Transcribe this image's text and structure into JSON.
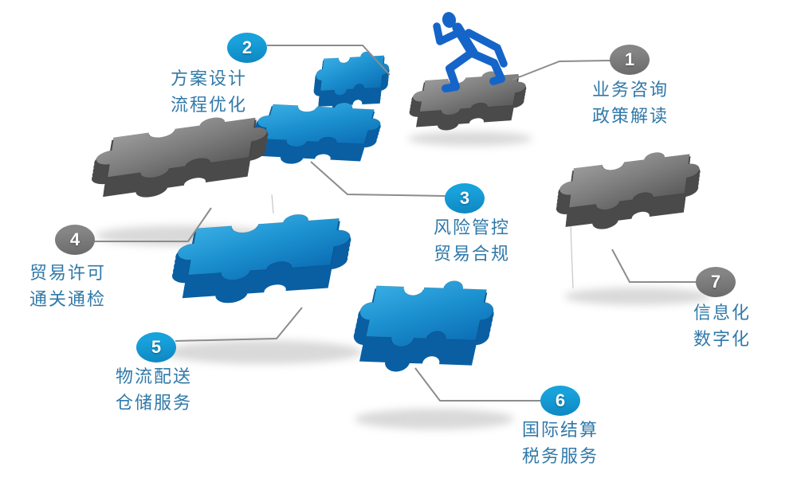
{
  "diagram": {
    "type": "puzzle-process-infographic",
    "steps": [
      {
        "number": "1",
        "lines": [
          "业务咨询",
          "政策解读"
        ],
        "badge_color": "gray",
        "puzzle_color": "gray"
      },
      {
        "number": "2",
        "lines": [
          "方案设计",
          "流程优化"
        ],
        "badge_color": "blue",
        "puzzle_color": "blue"
      },
      {
        "number": "3",
        "lines": [
          "风险管控",
          "贸易合规"
        ],
        "badge_color": "blue",
        "puzzle_color": "blue"
      },
      {
        "number": "4",
        "lines": [
          "贸易许可",
          "通关通检"
        ],
        "badge_color": "gray",
        "puzzle_color": "gray"
      },
      {
        "number": "5",
        "lines": [
          "物流配送",
          "仓储服务"
        ],
        "badge_color": "blue",
        "puzzle_color": "blue"
      },
      {
        "number": "6",
        "lines": [
          "国际结算",
          "税务服务"
        ],
        "badge_color": "blue",
        "puzzle_color": "blue"
      },
      {
        "number": "7",
        "lines": [
          "信息化",
          "数字化"
        ],
        "badge_color": "gray",
        "puzzle_color": "gray"
      }
    ],
    "icons": {
      "runner": "running-person-icon"
    },
    "colors": {
      "badge_blue": "#18a2dc",
      "badge_blue_dark": "#0e86c0",
      "badge_gray": "#858585",
      "badge_gray_dark": "#696969",
      "label_text": "#3079a9",
      "leader_line": "#8c8c8c",
      "puzzle_blue_light": "#3fb4e8",
      "puzzle_blue_mid": "#1b90cf",
      "puzzle_blue_dark": "#0d6fb6",
      "puzzle_blue_side": "#0a5fa3",
      "puzzle_gray_light": "#a2a2a2",
      "puzzle_gray_mid": "#7d7d7d",
      "puzzle_gray_dark": "#5c5c5c",
      "puzzle_gray_side": "#4a4a4a",
      "runner_blue": "#1565c8",
      "background": "#ffffff"
    }
  }
}
